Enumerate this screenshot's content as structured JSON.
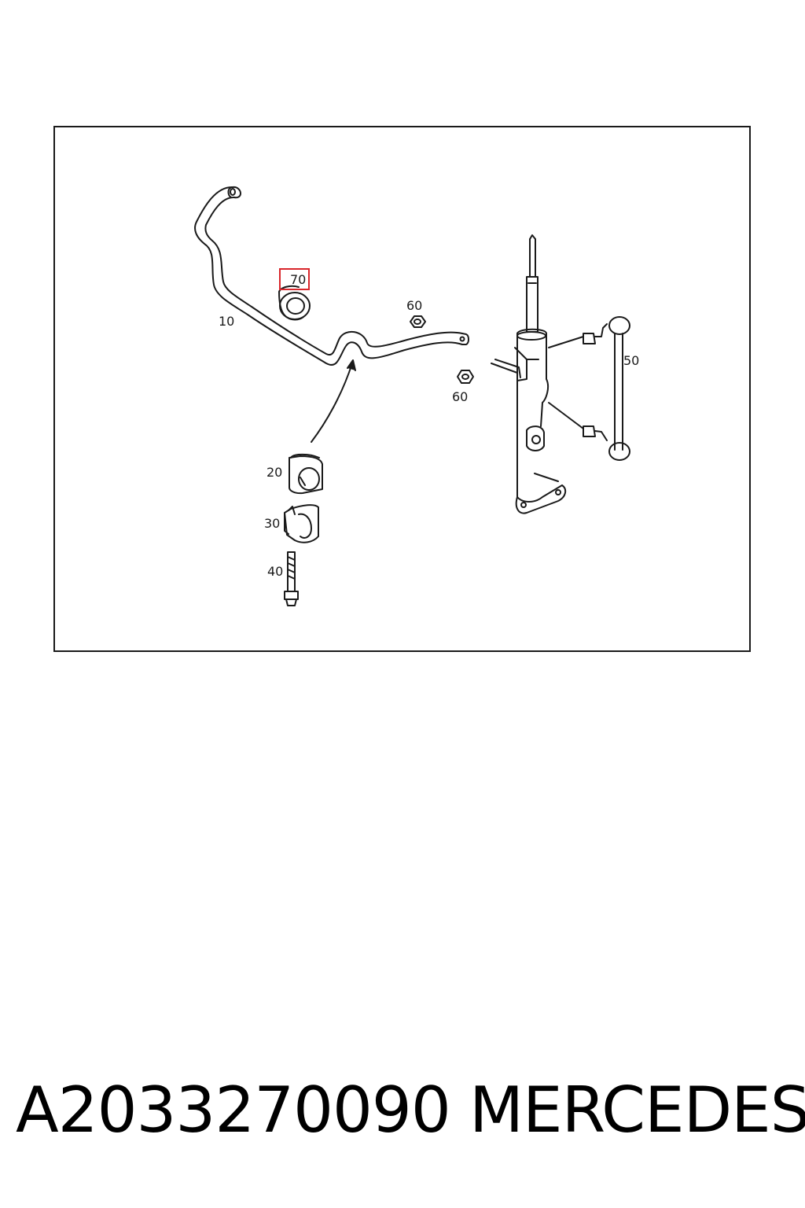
{
  "diagram": {
    "callouts": [
      {
        "id": "10",
        "label": "10"
      },
      {
        "id": "20",
        "label": "20"
      },
      {
        "id": "30",
        "label": "30"
      },
      {
        "id": "40",
        "label": "40"
      },
      {
        "id": "50",
        "label": "50"
      },
      {
        "id": "60a",
        "label": "60"
      },
      {
        "id": "60b",
        "label": "60"
      },
      {
        "id": "70",
        "label": "70",
        "highlighted": true
      }
    ],
    "highlight_color": "#d9262b",
    "line_color": "#1a1a1a"
  },
  "footer": {
    "part_number": "A2033270090",
    "brand": "MERCEDES"
  }
}
